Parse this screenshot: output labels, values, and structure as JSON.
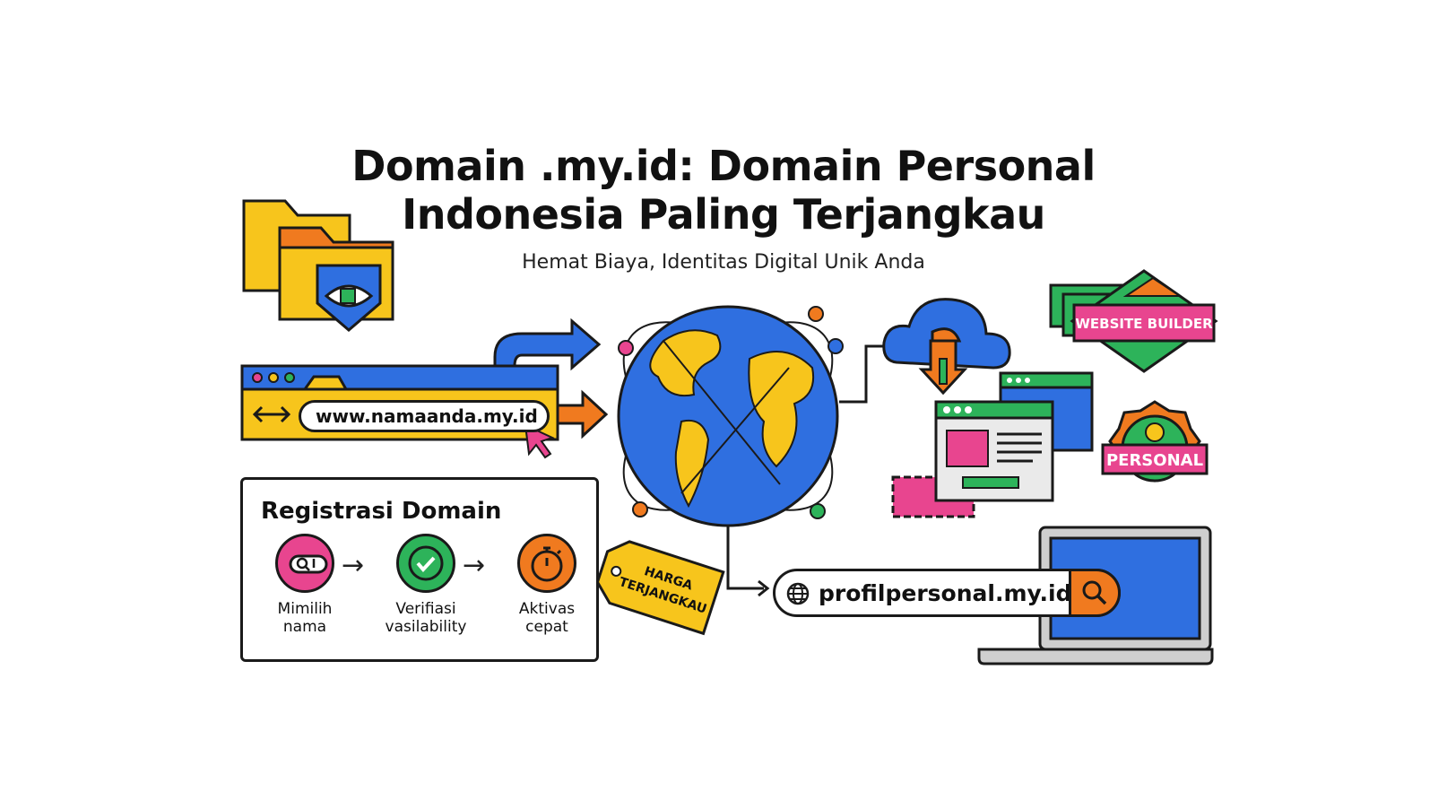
{
  "header": {
    "title_line1": "Domain .my.id: Domain Personal",
    "title_line2": "Indonesia Paling Terjangkau",
    "subtitle": "Hemat Biaya, Identitas Digital Unik Anda"
  },
  "browser": {
    "url": "www.namaanda.my.id"
  },
  "registration": {
    "title": "Registrasi Domain",
    "steps": [
      {
        "line1": "Mimilih",
        "line2": "nama"
      },
      {
        "line1": "Verifiasi",
        "line2": "vasilability"
      },
      {
        "line1": "Aktivas",
        "line2": "cepat"
      }
    ]
  },
  "tag": {
    "line1": "HARGA",
    "line2": "TERJANGKAU"
  },
  "search": {
    "domain": "profilpersonal.my.id"
  },
  "badges": {
    "website_builder": "WEBSITE BUILDER",
    "personal": "PERSONAL"
  },
  "colors": {
    "blue": "#2f6fe0",
    "yellow": "#f7c51c",
    "orange": "#f07a1f",
    "pink": "#e8458f",
    "green": "#2db35a"
  }
}
